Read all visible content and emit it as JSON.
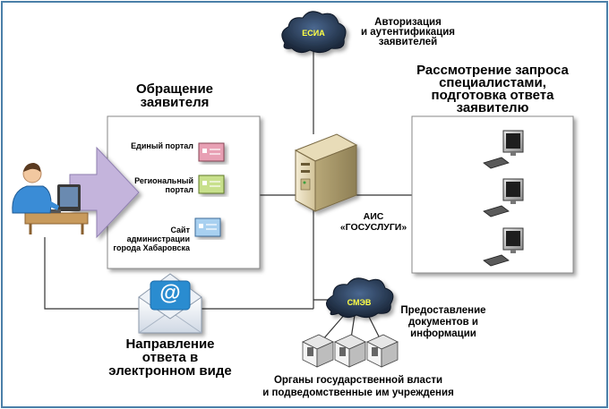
{
  "esia": {
    "cloud_label": "ЕСИА",
    "caption": [
      "Авторизация",
      "и аутентификация",
      "заявителей"
    ]
  },
  "applicant_block": {
    "title": [
      "Обращение",
      "заявителя"
    ],
    "items": [
      {
        "label": [
          "Единый портал"
        ],
        "color": "#e8a0b4"
      },
      {
        "label": [
          "Региональный",
          "портал"
        ],
        "color": "#c8e08c"
      },
      {
        "label": [
          "Сайт",
          "администрации",
          "города Хабаровска"
        ],
        "color": "#a8d0f0"
      }
    ]
  },
  "ais": {
    "label": [
      "АИС",
      "«ГОСУСЛУГИ»"
    ]
  },
  "review_block": {
    "title": [
      "Рассмотрение запроса",
      "специалистами,",
      "подготовка ответа",
      "заявителю"
    ]
  },
  "smev": {
    "cloud_label": "СМЭВ",
    "caption": [
      "Предоставление",
      "документов и",
      "информации"
    ]
  },
  "email": {
    "symbol": "@"
  },
  "response": {
    "caption": [
      "Направление",
      "ответа в",
      "электронном виде"
    ]
  },
  "agencies": {
    "caption": [
      "Органы государственной власти",
      "и подведомственные им учреждения"
    ]
  },
  "colors": {
    "frame": "#4a7fa8",
    "arrow": "#c4b4dc",
    "cloud": "#2a3d58",
    "cloud_text": "#ffff44",
    "email": "#2a8cd0"
  }
}
